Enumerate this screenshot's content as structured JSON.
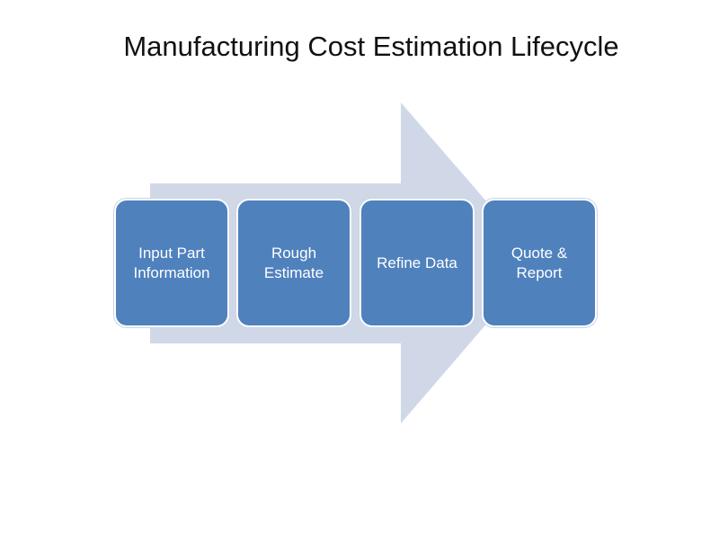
{
  "title": "Manufacturing Cost Estimation Lifecycle",
  "steps": [
    {
      "label": "Input Part\nInformation"
    },
    {
      "label": "Rough\nEstimate"
    },
    {
      "label": "Refine Data"
    },
    {
      "label": "Quote &\nReport"
    }
  ],
  "colors": {
    "box_fill": "#4f81bd",
    "box_text": "#ffffff",
    "arrow_fill": "#d0d8e8",
    "title_text": "#111111"
  }
}
